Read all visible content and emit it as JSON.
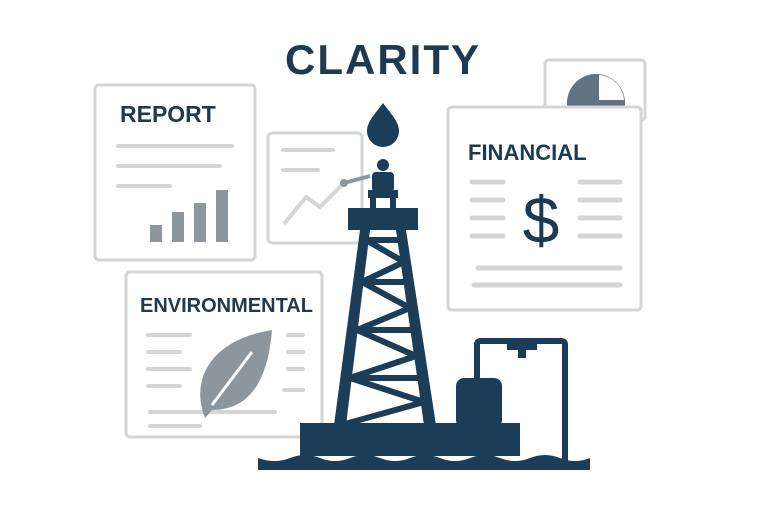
{
  "title": "CLARITY",
  "cards": {
    "report": {
      "label": "REPORT"
    },
    "financial": {
      "label": "FINANCIAL",
      "symbol": "$"
    },
    "environmental": {
      "label": "ENVIRONMENTAL"
    }
  },
  "colors": {
    "navy": "#1c3d58",
    "gray_line": "#d3d5d6",
    "mid_gray": "#8c979d"
  }
}
